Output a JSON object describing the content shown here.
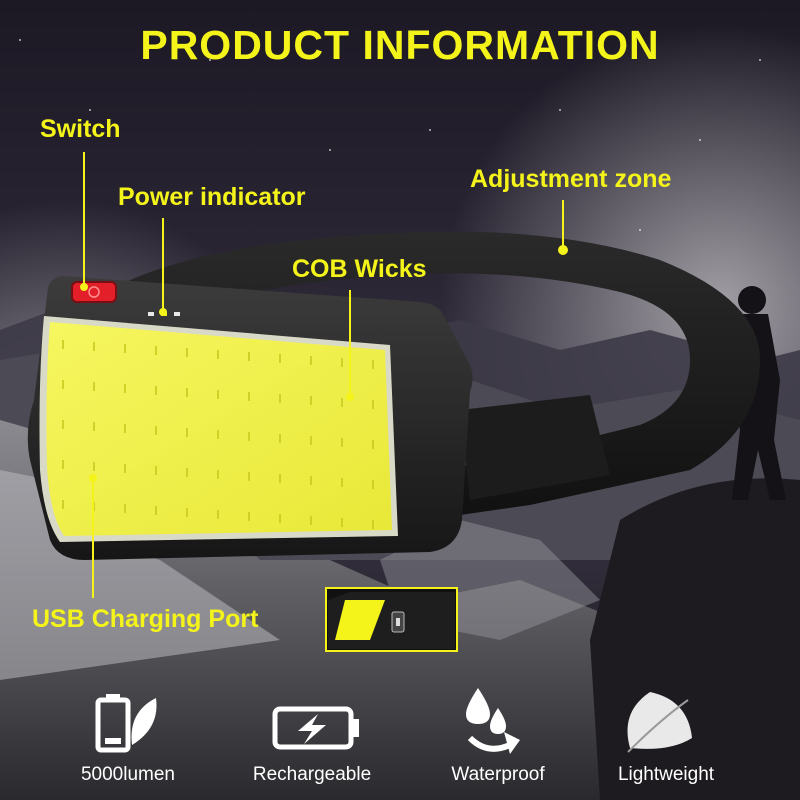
{
  "title": "PRODUCT INFORMATION",
  "callouts": {
    "switch": "Switch",
    "power_indicator": "Power indicator",
    "adjustment_zone": "Adjustment zone",
    "cob_wicks": "COB Wicks",
    "usb_charging_port": "USB Charging Port"
  },
  "features": [
    {
      "label": "5000lumen",
      "icon": "battery-leaf-icon"
    },
    {
      "label": "Rechargeable",
      "icon": "charging-battery-icon"
    },
    {
      "label": "Waterproof",
      "icon": "water-drops-icon"
    },
    {
      "label": "Lightweight",
      "icon": "feather-icon"
    }
  ],
  "colors": {
    "accent": "#f4f41a",
    "cob_panel": "#f2f247",
    "switch_red": "#e3202a",
    "text_white": "#ffffff"
  }
}
